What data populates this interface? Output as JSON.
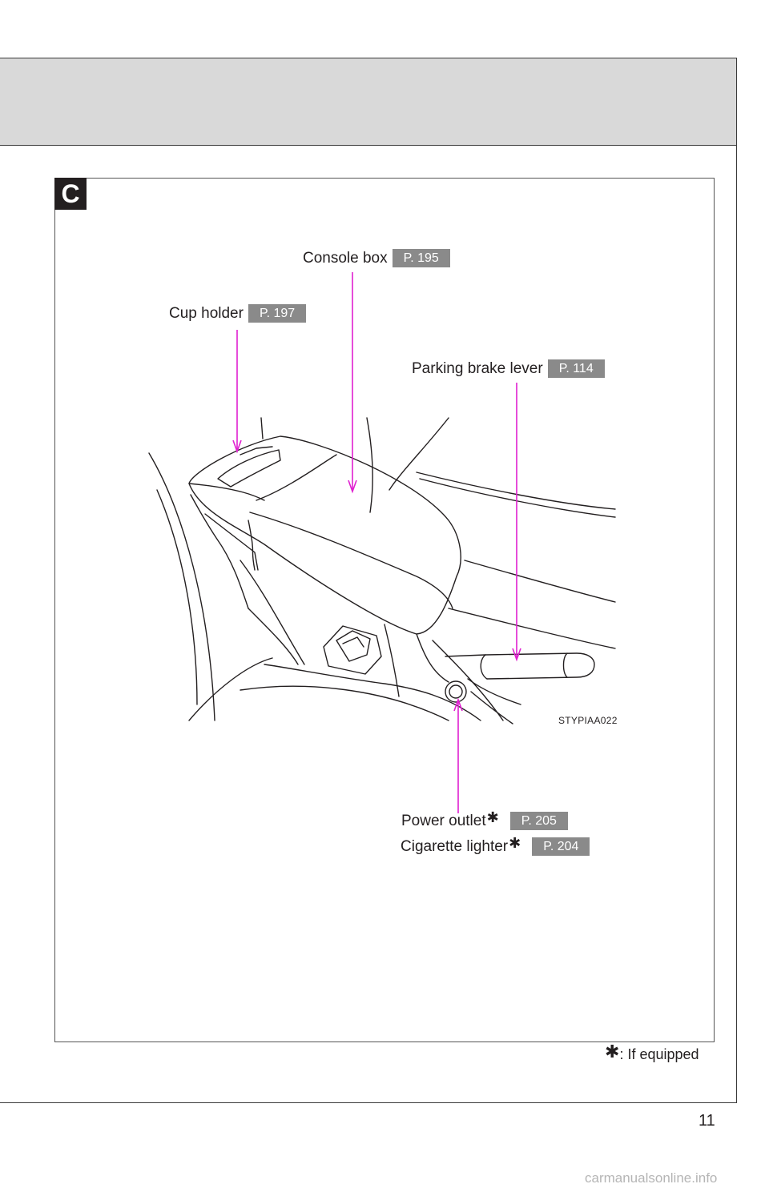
{
  "section": {
    "badge": "C"
  },
  "callouts": {
    "console_box": {
      "label": "Console box",
      "page_ref": "P. 195"
    },
    "cup_holder": {
      "label": "Cup holder",
      "page_ref": "P. 197"
    },
    "parking_brake": {
      "label": "Parking brake lever",
      "page_ref": "P. 114"
    },
    "power_outlet": {
      "label": "Power outlet",
      "star": "✱",
      "page_ref": "P. 205"
    },
    "cigarette_lighter": {
      "label": "Cigarette lighter",
      "star": "✱",
      "page_ref": "P. 204"
    }
  },
  "figure": {
    "code": "STYPIAA022"
  },
  "footnote": {
    "star": "✱",
    "text": ": If equipped"
  },
  "page_number": "11",
  "watermark": "carmanualsonline.info",
  "colors": {
    "leader_line": "#e020d0",
    "page_ref_bg": "#8a8a8a",
    "header_band": "#d9d9d9"
  }
}
